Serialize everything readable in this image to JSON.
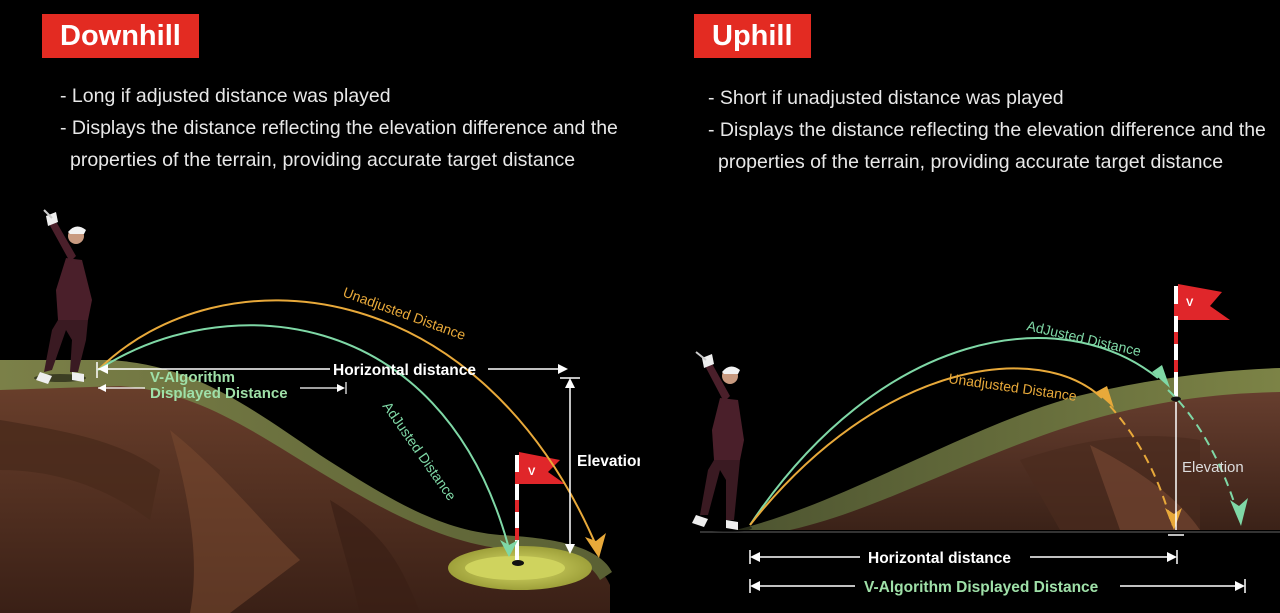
{
  "downhill": {
    "badge": "Downhill",
    "bullets": [
      "- Long if adjusted distance was played",
      "- Displays the distance  reflecting the elevation difference and the",
      "properties of the terrain, providing accurate target distance"
    ],
    "labels": {
      "unadjusted": "Unadjusted Distance",
      "adjusted": "AdJusted Distance",
      "horizontal": "Horizontal distance",
      "v_algo_line1": "V-Algorithm",
      "v_algo_line2": "Displayed Distance",
      "elevation": "Elevation"
    }
  },
  "uphill": {
    "badge": "Uphill",
    "bullets": [
      "- Short if unadjusted distance was played",
      "- Displays the distance  reflecting the elevation difference and the",
      "properties of the terrain, providing accurate target distance"
    ],
    "labels": {
      "adjusted": "AdJusted Distance",
      "unadjusted": "Unadjusted Distance",
      "elevation": "Elevation",
      "horizontal": "Horizontal distance",
      "v_algo": "V-Algorithm Displayed Distance"
    }
  },
  "colors": {
    "badge": "#e32b22",
    "unadjusted_line": "#e8a93a",
    "adjusted_line": "#7fd8a6",
    "fairway": "#6f7540",
    "soil": "#5a3626",
    "green_surface": "#c9cd58",
    "flag": "#e0262a"
  }
}
